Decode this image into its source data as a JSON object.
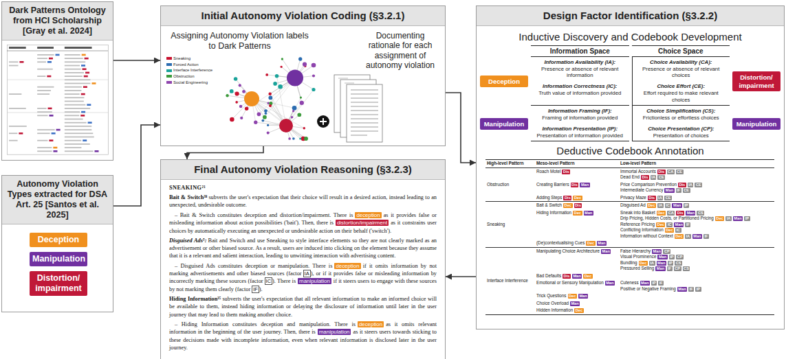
{
  "diagram": {
    "nodes": [
      {
        "text": [
          "Dark Patterns Ontology from HCI Scholarship [Gray et al. 2024]"
        ]
      },
      {
        "text": [
          "Autonomy Violation Types extracted for DSA Art. 25 [Santos et al. 2025]"
        ]
      },
      {
        "text": [
          "Deception"
        ],
        "in": 1
      },
      {
        "text": [
          "Manipulation"
        ],
        "in": 1
      },
      {
        "text": [
          "Distortion/ impairment"
        ],
        "in": 1
      },
      {
        "text": [
          "Initial Autonomy Violation Coding (§3.2.1)",
          "Assigning Autonomy Violation labels to Dark Patterns",
          "Documenting rationale for each assignment of autonomy violation"
        ]
      },
      {
        "text": [
          "Design Factor Identification (§3.2.2)",
          "Inductive Discovery and Codebook Development",
          "Deductive Codebook Annotation"
        ]
      },
      {
        "text": [
          "Final Autonomy Violation Reasoning (§3.2.3)",
          "SNEAKING²¹",
          "Bait & Switch³⁸",
          "subverts the user's expectation that their choice will result in a desired action, instead leading to an unexpected, undesirable outcome.",
          "– Bait & Switch constitutes deception and distortion/impairment. There is",
          "deception",
          "as it provides false or misleading information about action possibilities ('bait'). Then, there is",
          "distortion/impairment",
          "as it constrains user choices by automatically executing an unexpected or undesirable action on their behalf ('switch').",
          "Disguised Ads⁵:",
          "Bait and Switch and use Sneaking to style interface elements so they are not clearly marked as an advertisement or other biased source. As a result, users are induced into clicking on the element because they assume that it is a relevant and salient interaction, leading to unwitting interaction with advertising content.",
          "– Disguised Ads constitutes deception or manipulation. There is",
          "deception",
          "if it omits information by not marking advertisements and other biased sources (factor",
          "IA",
          "), or if it provides false or misleading information by incorrectly marking these sources (factor",
          "IC",
          "). There is",
          "manipulation",
          "if it steers users to engage with these sources by not marking them clearly (factor",
          "IF",
          ").",
          "Hiding Information³⁵",
          "subverts the user's expectation that all relevant information to make an informed choice will be available to them, instead hiding information or delaying the disclosure of information until later in the user journey that may lead to them making another choice.",
          "– Hiding Information constitutes deception and manipulation. There is",
          "deception",
          "as it omits relevant information in the beginning of the user journey. Then, there is",
          "manipulation",
          "as it steers users towards sticking to these decisions made with incomplete information, even when relevant information is disclosed later in the user journey."
        ]
      }
    ],
    "edges": [
      {
        "from": 0,
        "to": 5,
        "arrow": "to"
      },
      {
        "from": 1,
        "to": 5,
        "arrow": "to"
      },
      {
        "from": 5,
        "to": 6,
        "arrow": "to"
      },
      {
        "from": 5,
        "to": 7,
        "arrow": "to"
      },
      {
        "from": 6,
        "to": 7,
        "arrow": "to"
      }
    ],
    "labels": [
      "Information Space",
      "Choice Space",
      "Information Availability (IA):",
      "Presence or absence of relevant information",
      "Choice Availability (CA):",
      "Presence or absence of relevant choices",
      "Information Correctness (IC):",
      "Truth value of information provided",
      "Choice Effort (CE):",
      "Effort required to make relevant choices",
      "Information Framing (IF):",
      "Framing of information provided",
      "Choice Simplification (CS):",
      "Frictionless or effortless choices",
      "Information Presentation (IP):",
      "Presentation of information provided",
      "Choice Presentation (CP):",
      "Presentation of choices",
      "Deception",
      "Distortion/ impairment",
      "Manipulation",
      "Manipulation",
      "High-level Pattern",
      "Meso-level Pattern",
      "Low-level Pattern",
      "Obstruction",
      "Roach Motel",
      "Dis",
      "Immortal Accounts",
      "Dis",
      "CA",
      "CE",
      "Dead End",
      "Dis",
      "IA",
      "CE",
      "Creating Barriers",
      "Dis",
      "Man",
      "Price Comparison Prevention",
      "Dis",
      "IA",
      "CE",
      "Intermediate Currency",
      "Man",
      "IF",
      "CE",
      "Adding Steps",
      "Dis",
      "Dec",
      "Privacy Maze",
      "Dis",
      "IA",
      "CE",
      "Sneaking",
      "Bait & Switch",
      "Dec",
      "Dis",
      "Disguised Ad",
      "Dec",
      "IA",
      "IC",
      "Man",
      "IP",
      "Hiding Information",
      "Dec",
      "Man",
      "Sneak into Basket",
      "Dec",
      "CA",
      "Dis",
      "Man",
      "CS",
      "Drip Pricing, Hidden Costs, or Partitioned Pricing",
      "Dec",
      "IA",
      "Man",
      "IP",
      "Reference Pricing",
      "Dec",
      "IC",
      "Man",
      "IF",
      "Conflicting Information",
      "Dec",
      "IC",
      "Information without Context",
      "Dec",
      "IA",
      "Man",
      "IF",
      "(De)contextualising Cues",
      "Dec",
      "Man",
      "Interface Interference",
      "Manipulating Choice Architecture",
      "Man",
      "False Hierarchy",
      "Man",
      "CP",
      "Visual Prominence",
      "Man",
      "IP",
      "CP",
      "Bundling",
      "Dec",
      "IA",
      "Man",
      "IP",
      "CS",
      "Pressured Selling",
      "Man",
      "IF",
      "CP",
      "CS",
      "Bad Defaults",
      "Dis",
      "Man",
      "Dec",
      "Emotional or Sensory Manipulation",
      "Man",
      "Cuteness",
      "Man",
      "IP",
      "IF",
      "Positive or Negative Framing",
      "Man",
      "IF",
      "IP",
      "Trick Questions",
      "Dec",
      "Man",
      "Choice Overload",
      "Man",
      "Hidden Information",
      "Dec"
    ],
    "legend": [
      {
        "text": "Sneaking",
        "color": "#c8102e"
      },
      {
        "text": "Forced Action",
        "color": "#2b6cb0"
      },
      {
        "text": "Interface Interference",
        "color": "#1aa39a"
      },
      {
        "text": "Obstruction",
        "color": "#3c9a3c"
      },
      {
        "text": "Social Engineering",
        "color": "#8e44ad"
      }
    ]
  }
}
